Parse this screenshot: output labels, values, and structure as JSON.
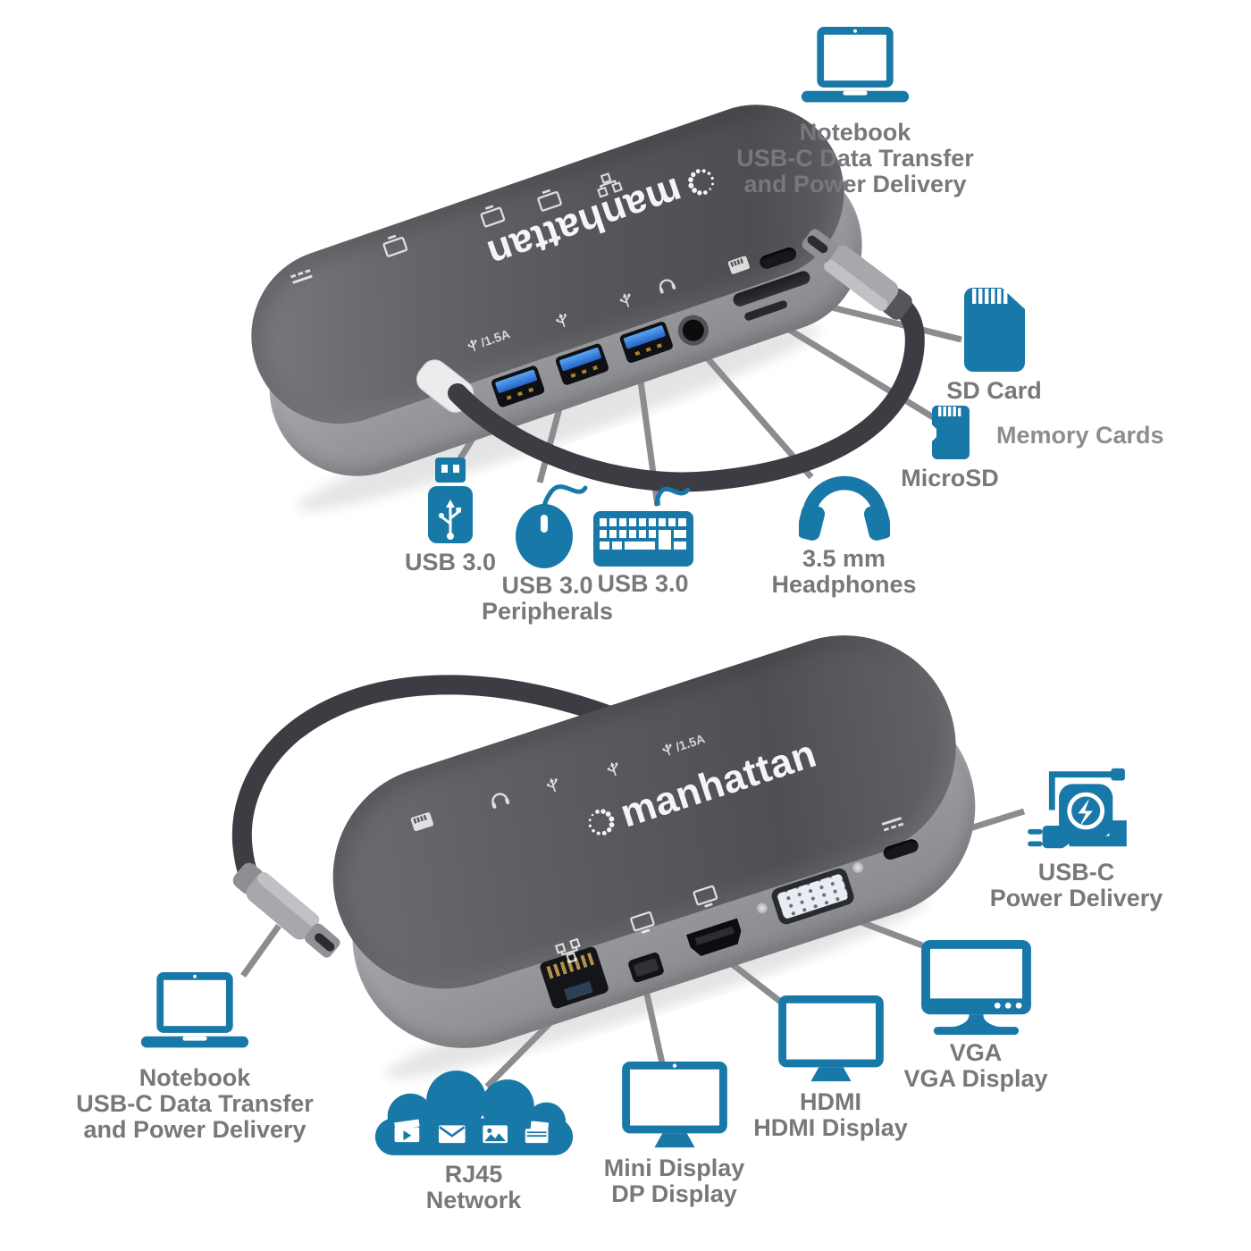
{
  "brand": {
    "logo_text": "manhattan"
  },
  "device_markings": {
    "usb_fast_charge": "/1.5A"
  },
  "colors": {
    "icon_blue": "#1878A8",
    "label_gray": "#77787B",
    "label_light_gray": "#8C8D90",
    "device_dark": "#55575B",
    "device_light": "#9A9CA0",
    "cable": "#3B3D42",
    "leader_line": "#8B8C8F",
    "usb_port_blue": "#2E72D6"
  },
  "top_view": {
    "notebook": {
      "line1": "Notebook",
      "line2": "USB-C Data Transfer",
      "line3": "and Power Delivery"
    },
    "sd_card": {
      "label": "SD Card"
    },
    "memory_cards": {
      "label": "Memory Cards"
    },
    "microsd": {
      "label": "MicroSD"
    },
    "usb_flash": {
      "label": "USB 3.0"
    },
    "usb_peripherals": {
      "line1": "USB 3.0",
      "line2": "Peripherals"
    },
    "usb_keyboard": {
      "label": "USB 3.0"
    },
    "headphones": {
      "line1": "3.5 mm",
      "line2": "Headphones"
    }
  },
  "bottom_view": {
    "notebook": {
      "line1": "Notebook",
      "line2": "USB-C Data Transfer",
      "line3": "and Power Delivery"
    },
    "rj45": {
      "line1": "RJ45",
      "line2": "Network"
    },
    "mini_display": {
      "line1": "Mini Display",
      "line2": "DP Display"
    },
    "hdmi": {
      "line1": "HDMI",
      "line2": "HDMI Display"
    },
    "vga": {
      "line1": "VGA",
      "line2": "VGA Display"
    },
    "usbc_power": {
      "line1": "USB-C",
      "line2": "Power Delivery"
    }
  }
}
